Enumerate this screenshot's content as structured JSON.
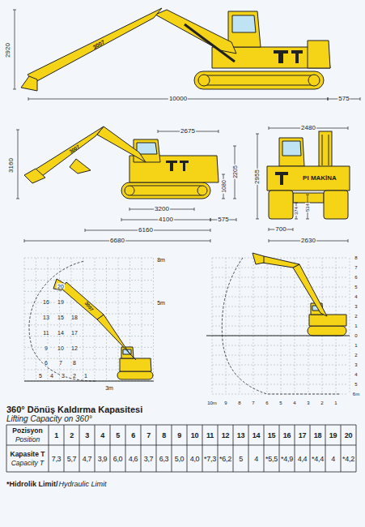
{
  "diagram": {
    "title": "360° Dönüş Kaldırma Kapasitesi",
    "labels": [
      "2920",
      "10000",
      "575",
      "3007",
      "2675",
      "3160",
      "3007",
      "1080",
      "2205",
      "3200",
      "4100",
      "575",
      "6160",
      "6680",
      "2480",
      "PI MAKİNA",
      "2955",
      "374",
      "534",
      "700",
      "2630",
      "8m",
      "5m",
      "3m",
      "3007",
      "1",
      "2",
      "3",
      "4",
      "5",
      "6",
      "7",
      "8",
      "9",
      "10",
      "11",
      "12",
      "13",
      "14",
      "15",
      "16",
      "17",
      "18",
      "19",
      "20",
      "8",
      "7",
      "6",
      "5",
      "4",
      "3",
      "2",
      "1",
      "0",
      "1",
      "2",
      "3",
      "4",
      "5",
      "6m",
      "10m",
      "9",
      "8",
      "7",
      "6",
      "5",
      "4",
      "3",
      "2",
      "1",
      "Pozisyon",
      "Position",
      "1",
      "2",
      "3",
      "4",
      "5",
      "6",
      "7",
      "8",
      "9",
      "10",
      "11",
      "12",
      "13",
      "14",
      "15",
      "16",
      "17",
      "18",
      "19",
      "20",
      "Kapasite T",
      "Capacity T",
      "7,3",
      "5,7",
      "4,7",
      "3,9",
      "6,0",
      "4,6",
      "3,7",
      "6,3",
      "5,0",
      "4,0",
      "*7,3",
      "*6,2",
      "5",
      "4",
      "*5,5",
      "*4,9",
      "4,4",
      "*4,4",
      "4",
      "*4,2",
      "Lifting Capacity on 360°",
      "*Hidrolik Limit/",
      "Hydraulic Limit"
    ]
  }
}
